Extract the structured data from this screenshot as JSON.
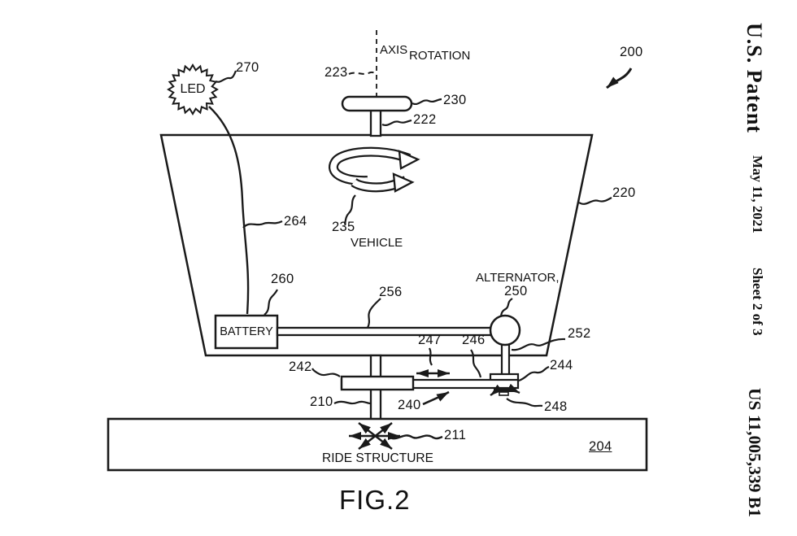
{
  "margin": {
    "publication": "U.S. Patent",
    "date": "May 11, 2021",
    "sheet": "Sheet 2 of 3",
    "patent_number": "US 11,005,339 B1"
  },
  "figure": {
    "caption": "FIG.2"
  },
  "diagram": {
    "axis_word1": "AXIS",
    "axis_word2": "ROTATION",
    "led_label": "LED",
    "vehicle_label": "VEHICLE",
    "battery_label": "BATTERY",
    "alternator_label": "ALTERNATOR,",
    "ride_structure_label": "RIDE STRUCTURE",
    "refs": {
      "r200": "200",
      "r204": "204",
      "r210": "210",
      "r211": "211",
      "r220": "220",
      "r222": "222",
      "r223": "223",
      "r230": "230",
      "r235": "235",
      "r240": "240",
      "r242": "242",
      "r244": "244",
      "r246": "246",
      "r247": "247",
      "r248": "248",
      "r250": "250",
      "r252": "252",
      "r256": "256",
      "r260": "260",
      "r264": "264",
      "r270": "270"
    },
    "colors": {
      "line": "#1a1a1a",
      "background": "#ffffff"
    }
  }
}
